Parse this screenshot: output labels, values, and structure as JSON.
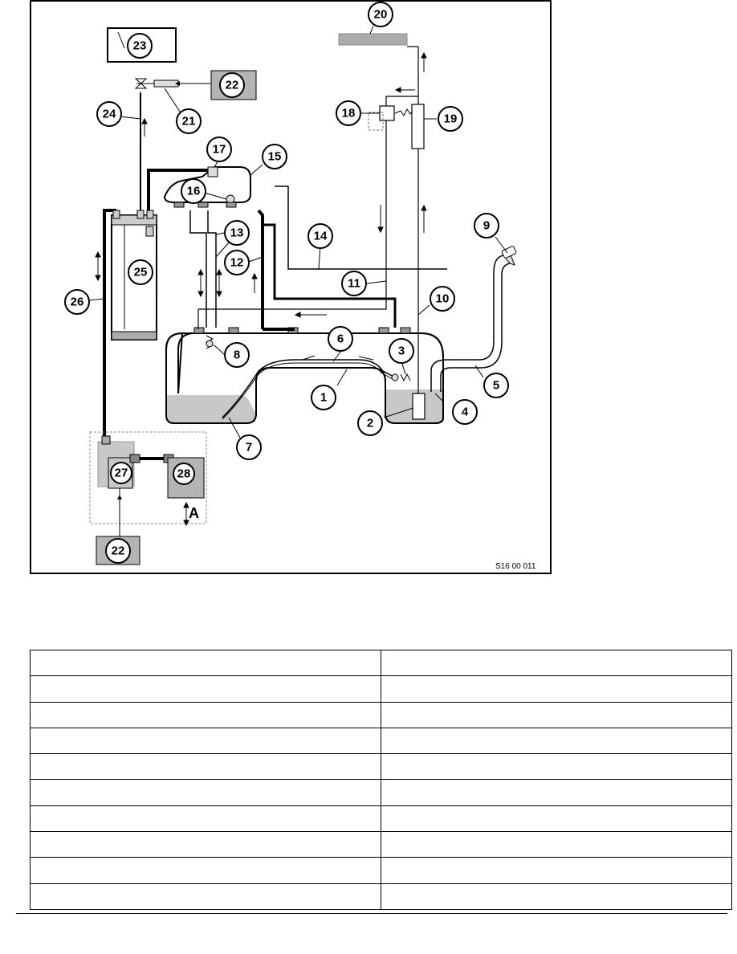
{
  "diagram": {
    "figure_code": "S16 00 011",
    "detail_label": "A",
    "callouts": [
      "1",
      "2",
      "3",
      "4",
      "5",
      "6",
      "7",
      "8",
      "9",
      "10",
      "11",
      "12",
      "13",
      "14",
      "15",
      "16",
      "17",
      "18",
      "19",
      "20",
      "21",
      "22",
      "23",
      "24",
      "25",
      "26",
      "27",
      "28"
    ],
    "colors": {
      "line": "#000000",
      "fuel": "#c8c8c8",
      "box": "#b4b4b4",
      "bar": "#aaaaaa"
    }
  },
  "legend_table": {
    "rows": [
      [
        "",
        ""
      ],
      [
        "",
        ""
      ],
      [
        "",
        ""
      ],
      [
        "",
        ""
      ],
      [
        "",
        ""
      ],
      [
        "",
        ""
      ],
      [
        "",
        ""
      ],
      [
        "",
        ""
      ],
      [
        "",
        ""
      ],
      [
        "",
        ""
      ]
    ]
  }
}
